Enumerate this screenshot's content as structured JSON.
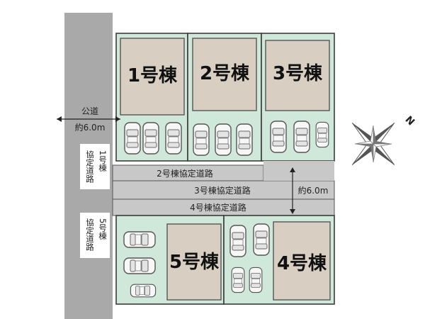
{
  "map": {
    "public_road": {
      "line1": "公道",
      "line2": "約6.0m"
    },
    "agreement_road_1": {
      "line1": "協定道路",
      "line2": "1号棟"
    },
    "agreement_road_5": {
      "line1": "協定道路",
      "line2": "5号棟"
    },
    "lane_2": "2号棟協定道路",
    "lane_3": "3号棟協定道路",
    "lane_4": "4号棟協定道路",
    "lane_width": "約6.0m",
    "houses": [
      {
        "label": "1号棟"
      },
      {
        "label": "2号棟"
      },
      {
        "label": "3号棟"
      },
      {
        "label": "4号棟"
      },
      {
        "label": "5号棟"
      }
    ],
    "compass": {
      "north": "N"
    },
    "colors": {
      "lot_green": "#cfe8d9",
      "house_beige": "#d8cfc2",
      "road_gray": "#a9a9a9",
      "lane_gray": "#c8c8c8",
      "outline_dark": "#3b3b3b"
    }
  }
}
